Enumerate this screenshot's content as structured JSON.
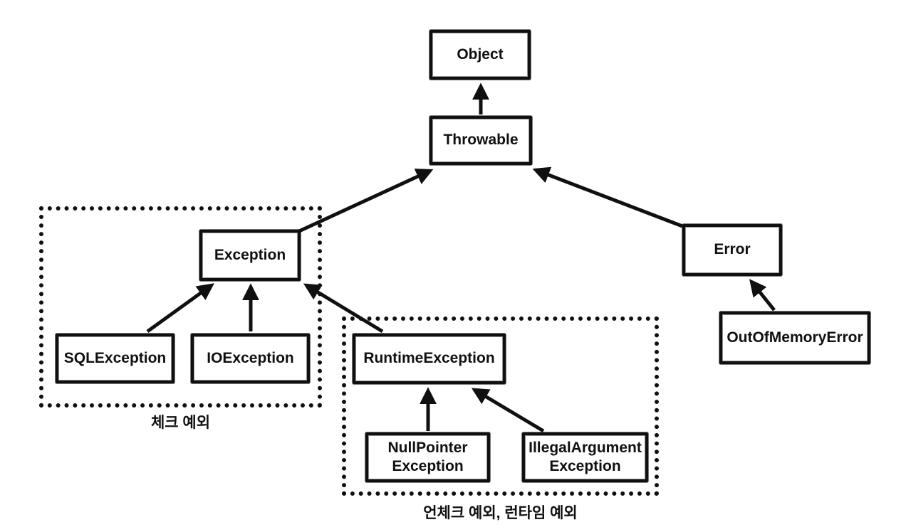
{
  "diagram": {
    "background_color": "#ffffff",
    "line_color": "#101010",
    "nodes": {
      "object": {
        "label": "Object"
      },
      "throwable": {
        "label": "Throwable"
      },
      "exception": {
        "label": "Exception"
      },
      "sqlexception": {
        "label": "SQLException"
      },
      "ioexception": {
        "label": "IOException"
      },
      "runtimeexception": {
        "label": "RuntimeException"
      },
      "nullpointerexception": {
        "label": "NullPointer\nException"
      },
      "illegalargumentexception": {
        "label": "IllegalArgument\nException"
      },
      "error": {
        "label": "Error"
      },
      "outofmemoryerror": {
        "label": "OutOfMemoryError"
      }
    },
    "groups": {
      "checked": {
        "label": "체크 예외"
      },
      "unchecked": {
        "label": "언체크 예외, 런타임 예외"
      }
    },
    "edges": [
      {
        "from": "Throwable",
        "to": "Object"
      },
      {
        "from": "Exception",
        "to": "Throwable"
      },
      {
        "from": "Error",
        "to": "Throwable"
      },
      {
        "from": "SQLException",
        "to": "Exception"
      },
      {
        "from": "IOException",
        "to": "Exception"
      },
      {
        "from": "RuntimeException",
        "to": "Exception"
      },
      {
        "from": "NullPointerException",
        "to": "RuntimeException"
      },
      {
        "from": "IllegalArgumentException",
        "to": "RuntimeException"
      },
      {
        "from": "OutOfMemoryError",
        "to": "Error"
      }
    ]
  }
}
